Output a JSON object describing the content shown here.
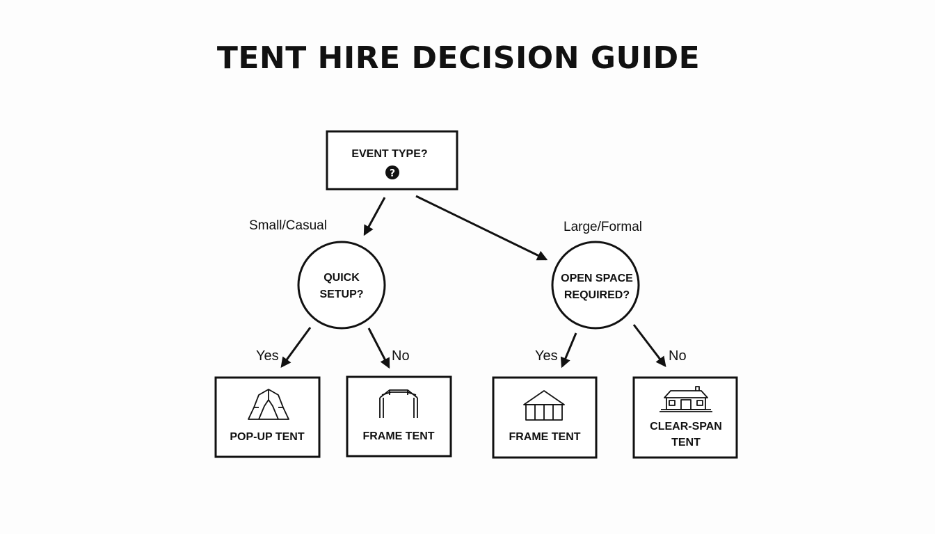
{
  "title": "TENT HIRE DECISION GUIDE",
  "root": {
    "label": "EVENT TYPE?",
    "icon": "question-circle-icon"
  },
  "branches": {
    "left_label": "Small/Casual",
    "right_label": "Large/Formal"
  },
  "decisions": {
    "quick_setup": {
      "line1": "QUICK",
      "line2": "SETUP?"
    },
    "open_space": {
      "line1": "OPEN SPACE",
      "line2": "REQUIRED?"
    }
  },
  "answers": {
    "yes": "Yes",
    "no": "No"
  },
  "outcomes": {
    "popup": {
      "label": "POP-UP TENT",
      "icon": "popup-tent-icon"
    },
    "frame_left": {
      "label": "FRAME TENT",
      "icon": "frame-tent-icon"
    },
    "frame_right": {
      "label": "FRAME TENT",
      "icon": "pavilion-tent-icon"
    },
    "clear_span": {
      "line1": "CLEAR-SPAN",
      "line2": "TENT",
      "icon": "building-icon"
    }
  }
}
